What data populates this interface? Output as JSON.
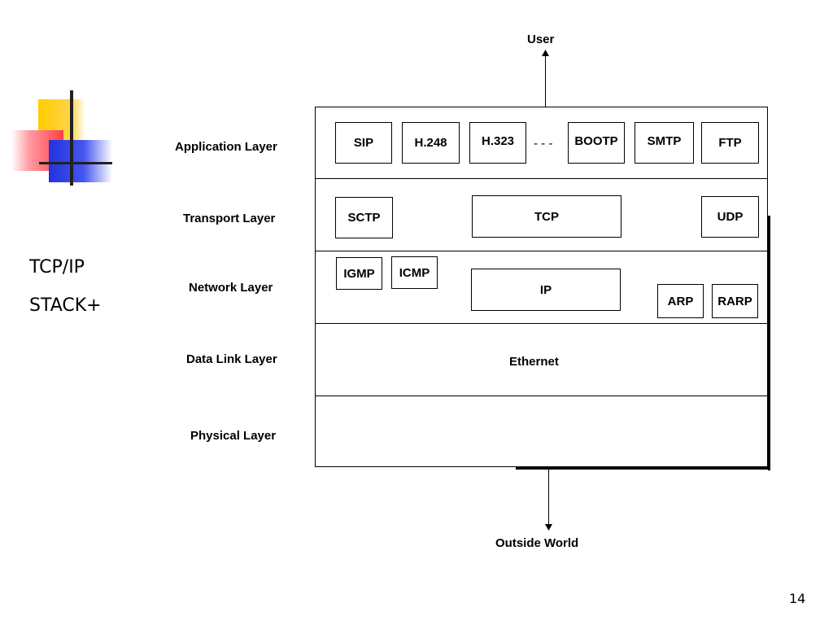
{
  "side_title": {
    "line1": "TCP/IP",
    "line2": "STACK+"
  },
  "layers": {
    "application": "Application Layer",
    "transport": "Transport Layer",
    "network": "Network Layer",
    "datalink": "Data Link Layer",
    "physical": "Physical Layer"
  },
  "protocols": {
    "application": {
      "sip": "SIP",
      "h248": "H.248",
      "h323": "H.323",
      "ellipsis": "- - -",
      "bootp": "BOOTP",
      "smtp": "SMTP",
      "ftp": "FTP"
    },
    "transport": {
      "sctp": "SCTP",
      "tcp": "TCP",
      "udp": "UDP"
    },
    "network": {
      "igmp": "IGMP",
      "icmp": "ICMP",
      "ip": "IP",
      "arp": "ARP",
      "rarp": "RARP"
    },
    "datalink": {
      "ethernet": "Ethernet"
    }
  },
  "endpoints": {
    "top": "User",
    "bottom": "Outside World"
  },
  "page_number": "14"
}
